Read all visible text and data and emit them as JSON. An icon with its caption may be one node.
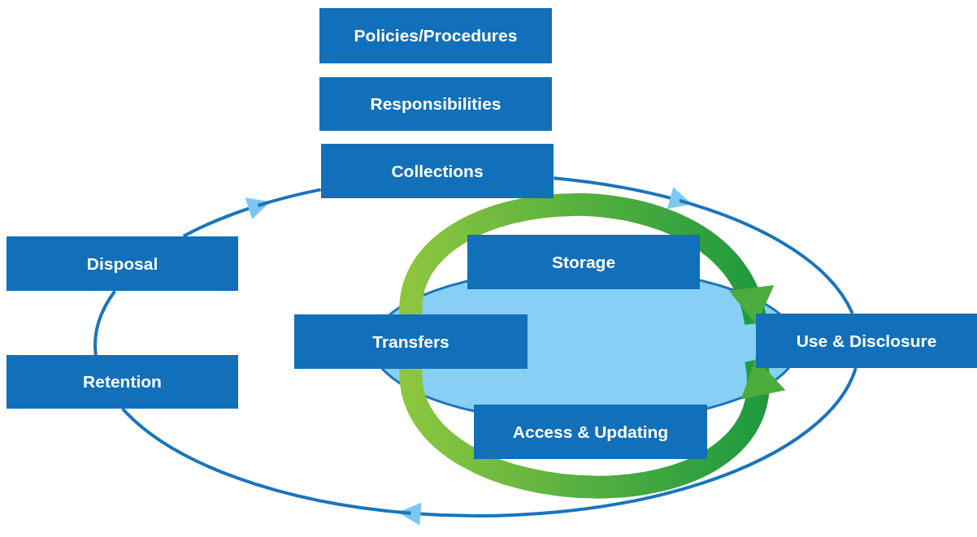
{
  "diagram": {
    "nodes": [
      {
        "text": [
          "Policies/Procedures"
        ]
      },
      {
        "text": [
          "Responsibilities"
        ]
      },
      {
        "text": [
          "Collections"
        ]
      },
      {
        "text": [
          "Disposal"
        ]
      },
      {
        "text": [
          "Retention"
        ]
      },
      {
        "text": [
          "Storage"
        ]
      },
      {
        "text": [
          "Transfers"
        ]
      },
      {
        "text": [
          "Use & Disclosure"
        ]
      },
      {
        "text": [
          "Access & Updating"
        ]
      }
    ],
    "edges": [
      {
        "from": 2,
        "to": null,
        "arrow": "to"
      },
      {
        "from": null,
        "to": 7,
        "arrow": "none"
      },
      {
        "from": 7,
        "to": null,
        "arrow": "to"
      },
      {
        "from": null,
        "to": 4,
        "arrow": "none"
      },
      {
        "from": 4,
        "to": 3,
        "arrow": "none"
      },
      {
        "from": 3,
        "to": null,
        "arrow": "to"
      },
      {
        "from": null,
        "to": 2,
        "arrow": "none"
      },
      {
        "from": 6,
        "to": 7,
        "arrow": "to",
        "style": "thick"
      },
      {
        "from": 6,
        "to": 7,
        "arrow": "to",
        "style": "thick"
      }
    ]
  }
}
